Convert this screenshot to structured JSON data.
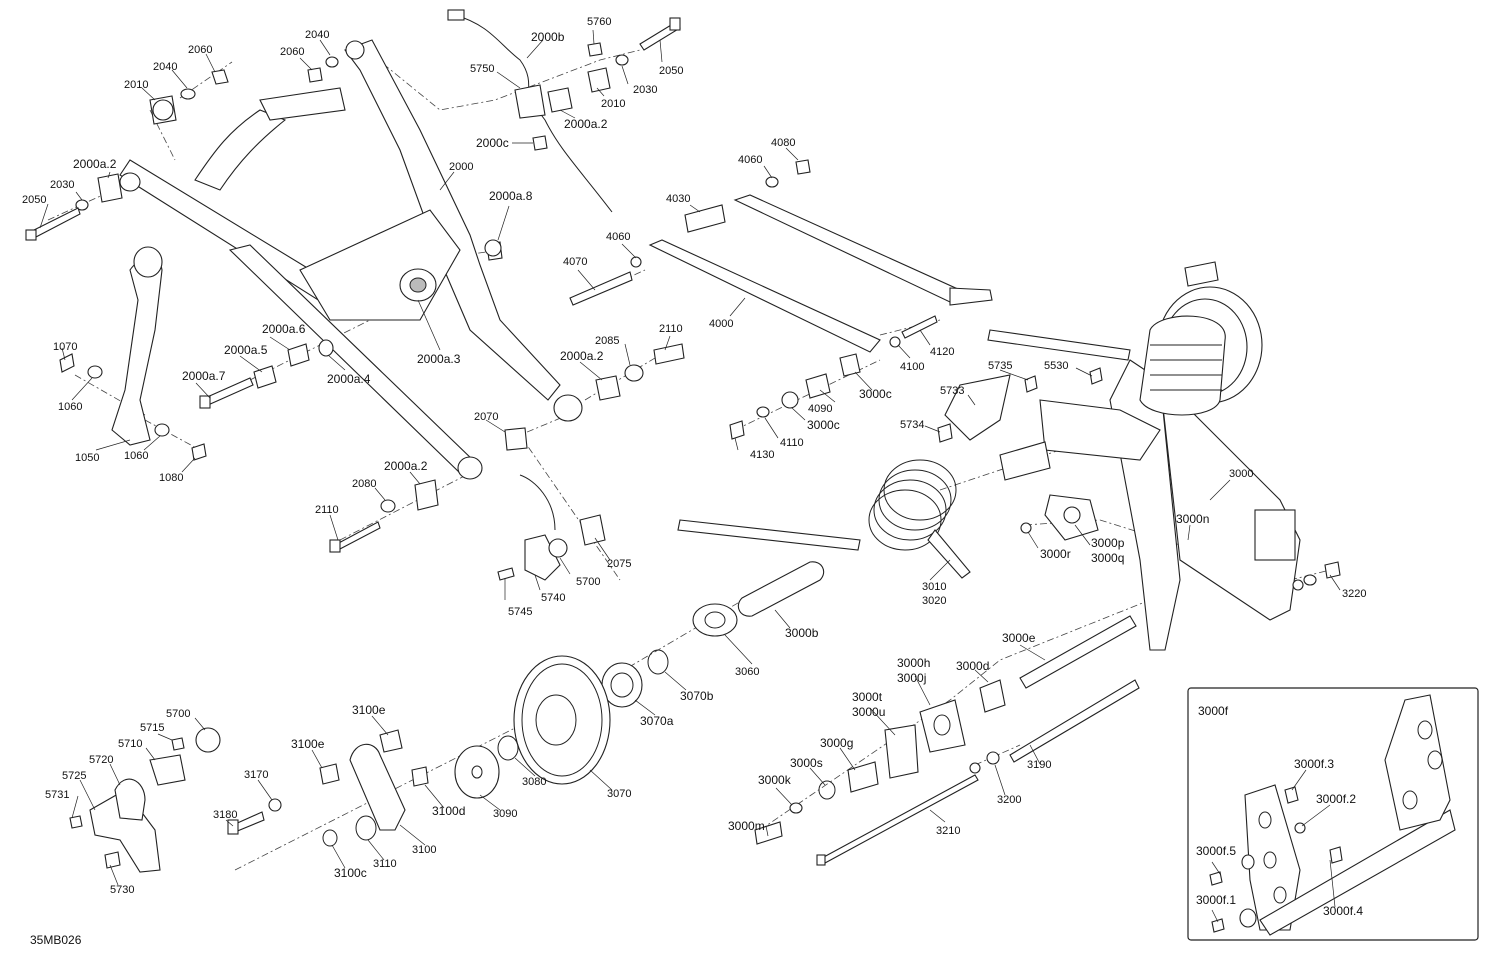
{
  "diagram_code": "35MB026",
  "inset_title": "3000f",
  "labels": [
    {
      "id": "2060a",
      "text": "2060"
    },
    {
      "id": "2040a",
      "text": "2040"
    },
    {
      "id": "2060b",
      "text": "2060"
    },
    {
      "id": "2040b",
      "text": "2040"
    },
    {
      "id": "2010a",
      "text": "2010"
    },
    {
      "id": "2000b",
      "text": "2000b"
    },
    {
      "id": "5760",
      "text": "5760"
    },
    {
      "id": "5750",
      "text": "5750"
    },
    {
      "id": "2010b",
      "text": "2010"
    },
    {
      "id": "2030a",
      "text": "2030"
    },
    {
      "id": "2050a",
      "text": "2050"
    },
    {
      "id": "2000a2a",
      "text": "2000a.2"
    },
    {
      "id": "2000c",
      "text": "2000c"
    },
    {
      "id": "2000a2b",
      "text": "2000a.2"
    },
    {
      "id": "2030b",
      "text": "2030"
    },
    {
      "id": "2050b",
      "text": "2050"
    },
    {
      "id": "2000",
      "text": "2000"
    },
    {
      "id": "2000a8",
      "text": "2000a.8"
    },
    {
      "id": "4080",
      "text": "4080"
    },
    {
      "id": "4060a",
      "text": "4060"
    },
    {
      "id": "4030",
      "text": "4030"
    },
    {
      "id": "4060b",
      "text": "4060"
    },
    {
      "id": "4070",
      "text": "4070"
    },
    {
      "id": "4000",
      "text": "4000"
    },
    {
      "id": "2000a6",
      "text": "2000a.6"
    },
    {
      "id": "2000a5",
      "text": "2000a.5"
    },
    {
      "id": "2000a3",
      "text": "2000a.3"
    },
    {
      "id": "2000a4",
      "text": "2000a.4"
    },
    {
      "id": "2000a7",
      "text": "2000a.7"
    },
    {
      "id": "2085",
      "text": "2085"
    },
    {
      "id": "2110a",
      "text": "2110"
    },
    {
      "id": "2000a2c",
      "text": "2000a.2"
    },
    {
      "id": "4120",
      "text": "4120"
    },
    {
      "id": "4100",
      "text": "4100"
    },
    {
      "id": "1070",
      "text": "1070"
    },
    {
      "id": "1060a",
      "text": "1060"
    },
    {
      "id": "1050",
      "text": "1050"
    },
    {
      "id": "1060b",
      "text": "1060"
    },
    {
      "id": "1080",
      "text": "1080"
    },
    {
      "id": "2070",
      "text": "2070"
    },
    {
      "id": "5735",
      "text": "5735"
    },
    {
      "id": "5530",
      "text": "5530"
    },
    {
      "id": "5733",
      "text": "5733"
    },
    {
      "id": "3000c1",
      "text": "3000c"
    },
    {
      "id": "4090",
      "text": "4090"
    },
    {
      "id": "3000c2",
      "text": "3000c"
    },
    {
      "id": "4110",
      "text": "4110"
    },
    {
      "id": "5734",
      "text": "5734"
    },
    {
      "id": "4130",
      "text": "4130"
    },
    {
      "id": "2000a2d",
      "text": "2000a.2"
    },
    {
      "id": "2080",
      "text": "2080"
    },
    {
      "id": "2110b",
      "text": "2110"
    },
    {
      "id": "3000",
      "text": "3000"
    },
    {
      "id": "3000n",
      "text": "3000n"
    },
    {
      "id": "3000p",
      "text": "3000p"
    },
    {
      "id": "3000q",
      "text": "3000q"
    },
    {
      "id": "3000r",
      "text": "3000r"
    },
    {
      "id": "2075",
      "text": "2075"
    },
    {
      "id": "5700a",
      "text": "5700"
    },
    {
      "id": "5740",
      "text": "5740"
    },
    {
      "id": "5745",
      "text": "5745"
    },
    {
      "id": "3010",
      "text": "3010"
    },
    {
      "id": "3020",
      "text": "3020"
    },
    {
      "id": "3220",
      "text": "3220"
    },
    {
      "id": "3000b",
      "text": "3000b"
    },
    {
      "id": "3060",
      "text": "3060"
    },
    {
      "id": "3000e",
      "text": "3000e"
    },
    {
      "id": "3000h",
      "text": "3000h"
    },
    {
      "id": "3000j",
      "text": "3000j"
    },
    {
      "id": "3000d",
      "text": "3000d"
    },
    {
      "id": "3070b",
      "text": "3070b"
    },
    {
      "id": "3000t",
      "text": "3000t"
    },
    {
      "id": "3000u",
      "text": "3000u"
    },
    {
      "id": "3070a",
      "text": "3070a"
    },
    {
      "id": "5700b",
      "text": "5700"
    },
    {
      "id": "5715",
      "text": "5715"
    },
    {
      "id": "3100e1",
      "text": "3100e"
    },
    {
      "id": "5710",
      "text": "5710"
    },
    {
      "id": "3100e2",
      "text": "3100e"
    },
    {
      "id": "5720",
      "text": "5720"
    },
    {
      "id": "3000g",
      "text": "3000g"
    },
    {
      "id": "3000s",
      "text": "3000s"
    },
    {
      "id": "3190",
      "text": "3190"
    },
    {
      "id": "5725",
      "text": "5725"
    },
    {
      "id": "3170",
      "text": "3170"
    },
    {
      "id": "3080",
      "text": "3080"
    },
    {
      "id": "3000k",
      "text": "3000k"
    },
    {
      "id": "5731",
      "text": "5731"
    },
    {
      "id": "3180",
      "text": "3180"
    },
    {
      "id": "3100d",
      "text": "3100d"
    },
    {
      "id": "3090",
      "text": "3090"
    },
    {
      "id": "3070",
      "text": "3070"
    },
    {
      "id": "3200",
      "text": "3200"
    },
    {
      "id": "3000m",
      "text": "3000m"
    },
    {
      "id": "3210",
      "text": "3210"
    },
    {
      "id": "3110",
      "text": "3110"
    },
    {
      "id": "3100",
      "text": "3100"
    },
    {
      "id": "3100c",
      "text": "3100c"
    },
    {
      "id": "5730",
      "text": "5730"
    },
    {
      "id": "3000f3",
      "text": "3000f.3"
    },
    {
      "id": "3000f2",
      "text": "3000f.2"
    },
    {
      "id": "3000f5",
      "text": "3000f.5"
    },
    {
      "id": "3000f4",
      "text": "3000f.4"
    },
    {
      "id": "3000f1",
      "text": "3000f.1"
    }
  ]
}
